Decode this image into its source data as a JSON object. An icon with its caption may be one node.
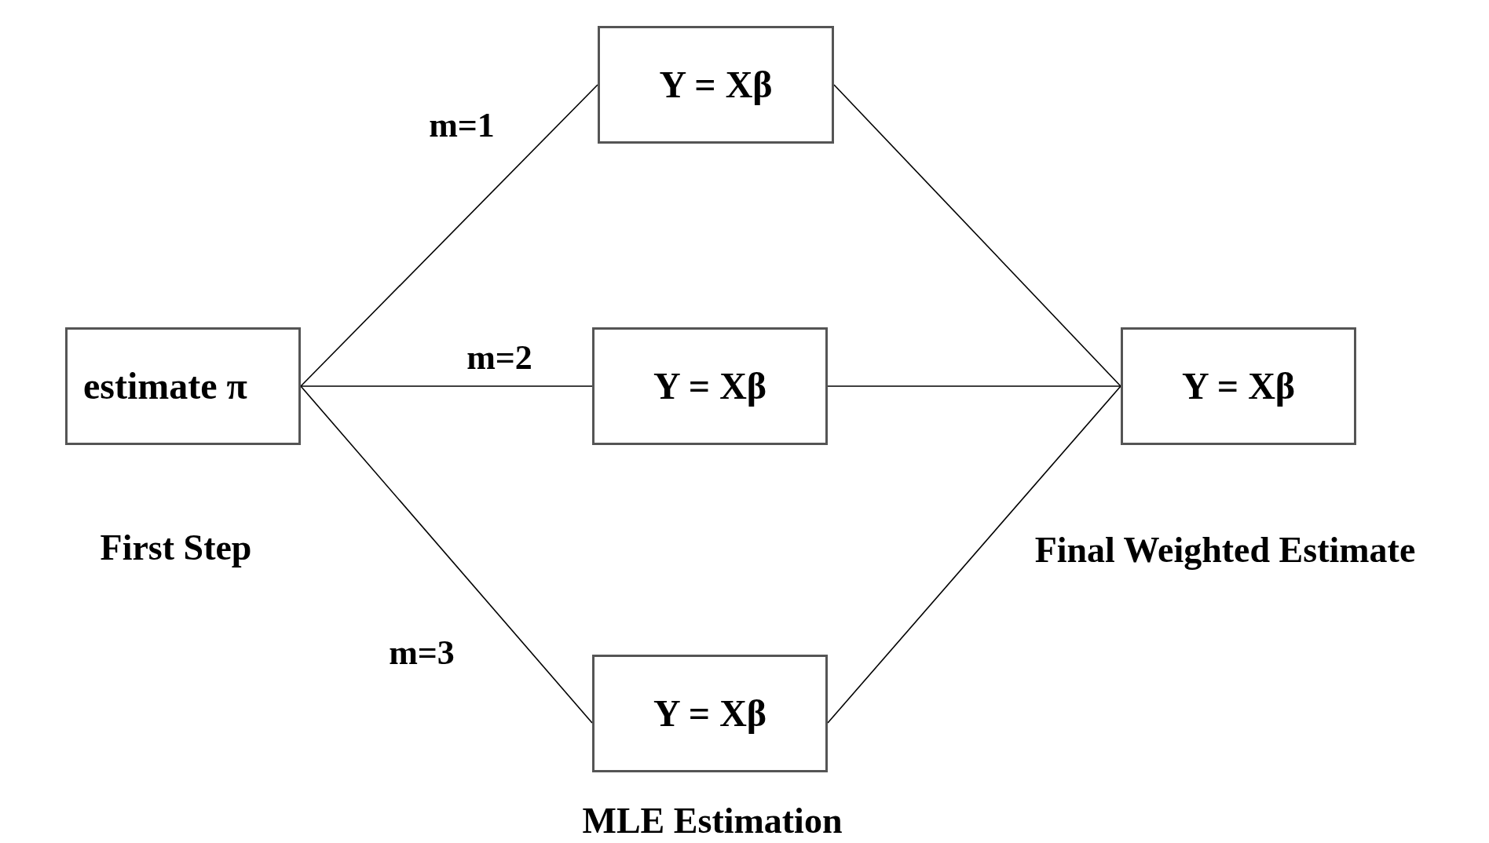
{
  "diagram": {
    "nodes": [
      {
        "text": [
          "estimate π"
        ],
        "beside": [
          "First Step"
        ]
      },
      {
        "text": [
          "Y = Xβ"
        ]
      },
      {
        "text": [
          "Y = Xβ"
        ]
      },
      {
        "text": [
          "Y = Xβ"
        ],
        "beside": [
          "MLE Estimation"
        ]
      },
      {
        "text": [
          "Y = Xβ"
        ],
        "beside": [
          "Final Weighted Estimate"
        ]
      }
    ],
    "edges": [
      {
        "from": 0,
        "to": 1,
        "arrow": "none",
        "label": "m=1"
      },
      {
        "from": 0,
        "to": 2,
        "arrow": "none",
        "label": "m=2"
      },
      {
        "from": 0,
        "to": 3,
        "arrow": "none",
        "label": "m=3"
      },
      {
        "from": 1,
        "to": 4,
        "arrow": "none"
      },
      {
        "from": 2,
        "to": 4,
        "arrow": "none"
      },
      {
        "from": 3,
        "to": 4,
        "arrow": "none"
      }
    ]
  }
}
